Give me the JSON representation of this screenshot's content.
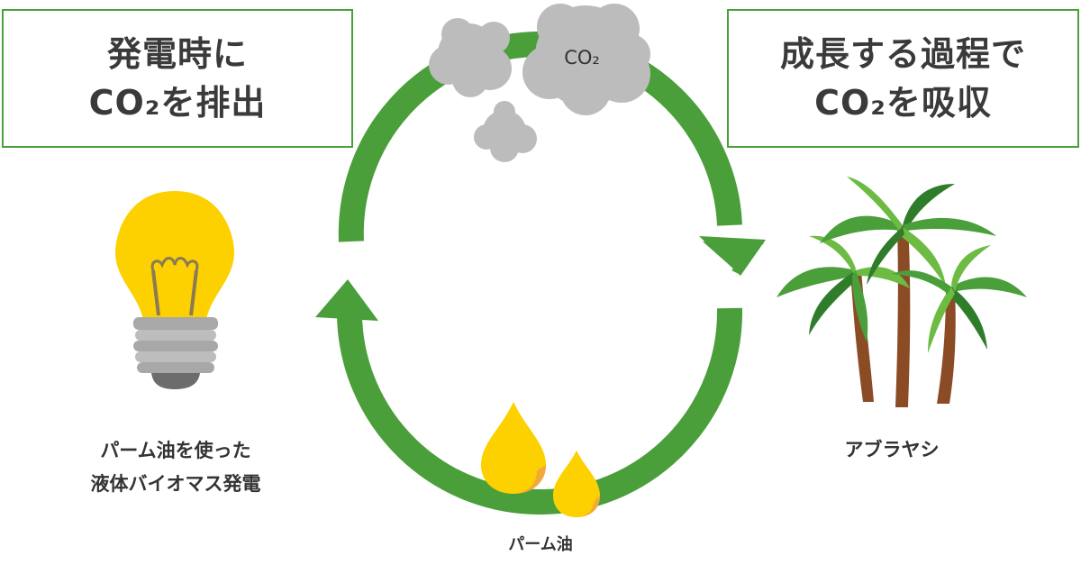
{
  "left_box": {
    "line1": "発電時に",
    "line2": "CO₂を排出"
  },
  "right_box": {
    "line1": "成長する過程で",
    "line2": "CO₂を吸収"
  },
  "cloud_label": "CO₂",
  "captions": {
    "bulb_line1": "パーム油を使った",
    "bulb_line2": "液体バイオマス発電",
    "tree": "アブラヤシ",
    "oil": "パーム油"
  },
  "colors": {
    "arrow": "#4a9f3a",
    "border": "#4a9f3a",
    "cloud": "#bcbcbc",
    "bulb": "#fdd000",
    "oil": "#fdd000"
  }
}
